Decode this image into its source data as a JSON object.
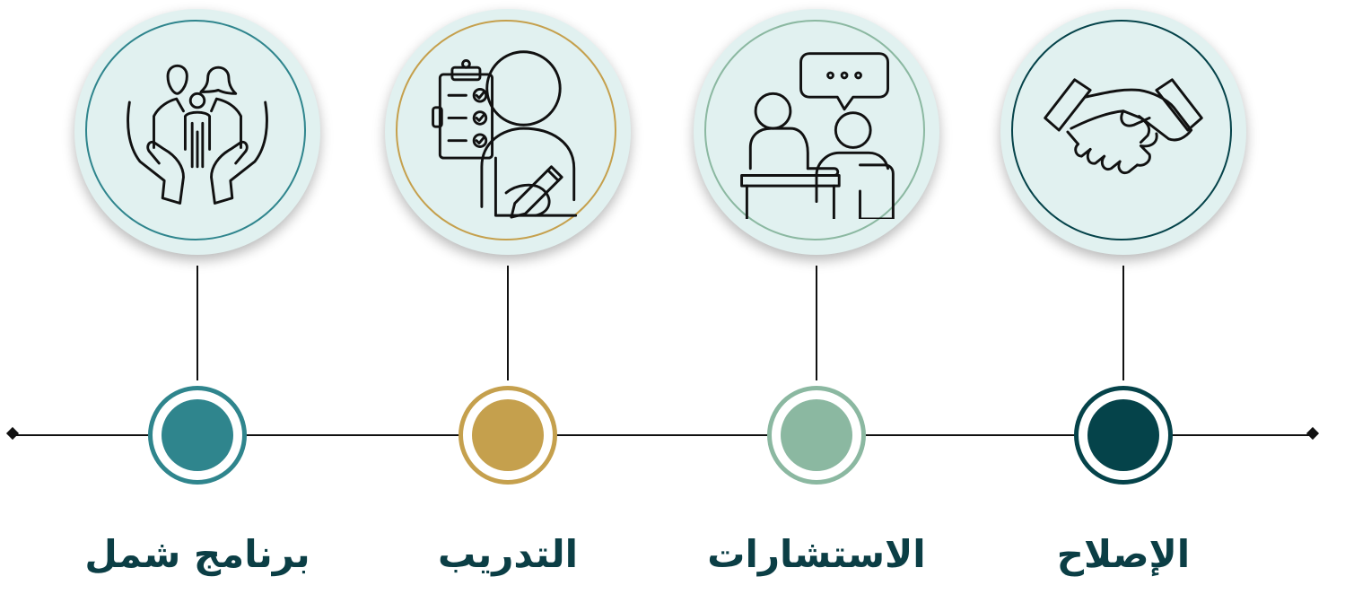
{
  "steps": [
    {
      "id": "shamel",
      "label": "برنامج شمل",
      "icon": "family-care-hands-icon",
      "color": "#2f858d"
    },
    {
      "id": "training",
      "label": "التدريب",
      "icon": "clipboard-checklist-person-icon",
      "color": "#c5a04d"
    },
    {
      "id": "consulting",
      "label": "الاستشارات",
      "icon": "consultation-meeting-icon",
      "color": "#8bb8a1"
    },
    {
      "id": "reform",
      "label": "الإصلاح",
      "icon": "handshake-icon",
      "color": "#05434a"
    }
  ],
  "colors": {
    "line": "#111111",
    "circle_fill": "#e1f1f0",
    "label_text": "#0b3e45"
  }
}
